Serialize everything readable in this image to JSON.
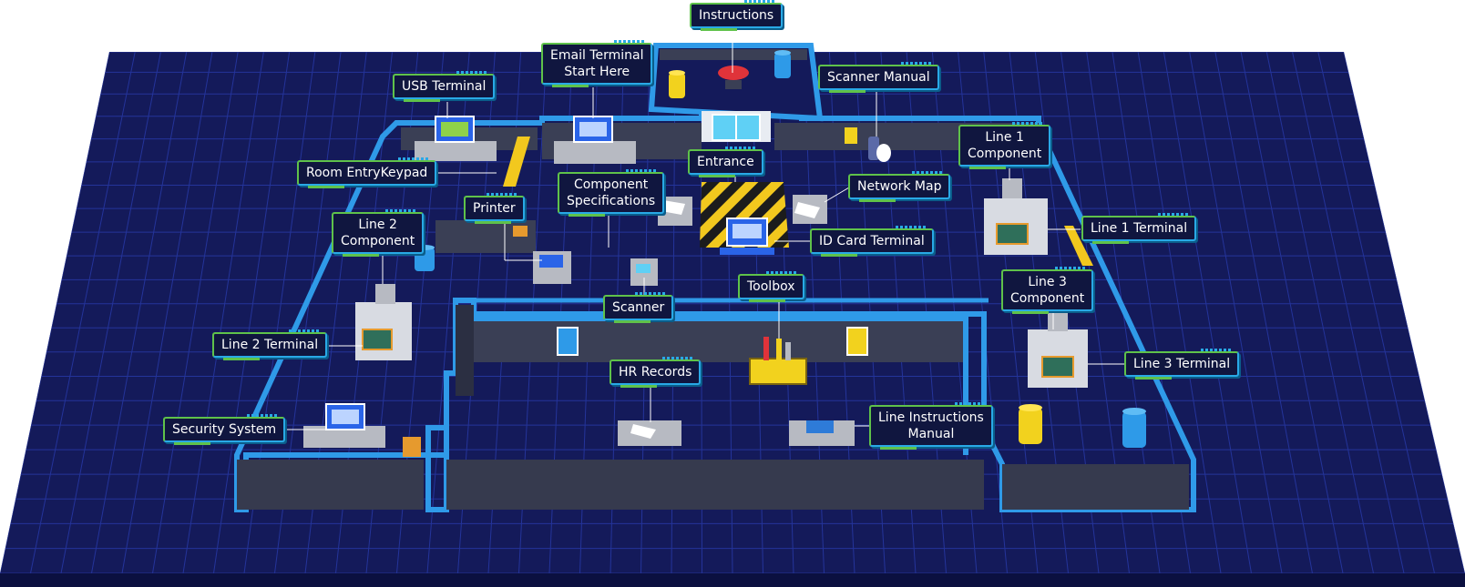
{
  "scene": {
    "floor_color": "#131a57",
    "grid_color": "#2b3fb0",
    "wall_color": "#3a3f55",
    "wall_edge_color": "#2f9ae8"
  },
  "labels": {
    "instructions": "Instructions",
    "email_terminal": [
      "Email Terminal",
      "Start Here"
    ],
    "usb_terminal": "USB Terminal",
    "scanner_manual": "Scanner Manual",
    "room_entry_keypad": "Room EntryKeypad",
    "entrance": "Entrance",
    "line1_component": [
      "Line 1",
      "Component"
    ],
    "component_specifications": [
      "Component",
      "Specifications"
    ],
    "network_map": "Network Map",
    "printer": "Printer",
    "line2_component": [
      "Line 2",
      "Component"
    ],
    "id_card_terminal": "ID Card Terminal",
    "line1_terminal": "Line 1 Terminal",
    "line3_component": [
      "Line 3",
      "Component"
    ],
    "toolbox": "Toolbox",
    "scanner": "Scanner",
    "line2_terminal": "Line 2 Terminal",
    "line3_terminal": "Line 3 Terminal",
    "hr_records": "HR Records",
    "security_system": "Security System",
    "line_instructions_manual": [
      "Line Instructions",
      "Manual"
    ]
  }
}
